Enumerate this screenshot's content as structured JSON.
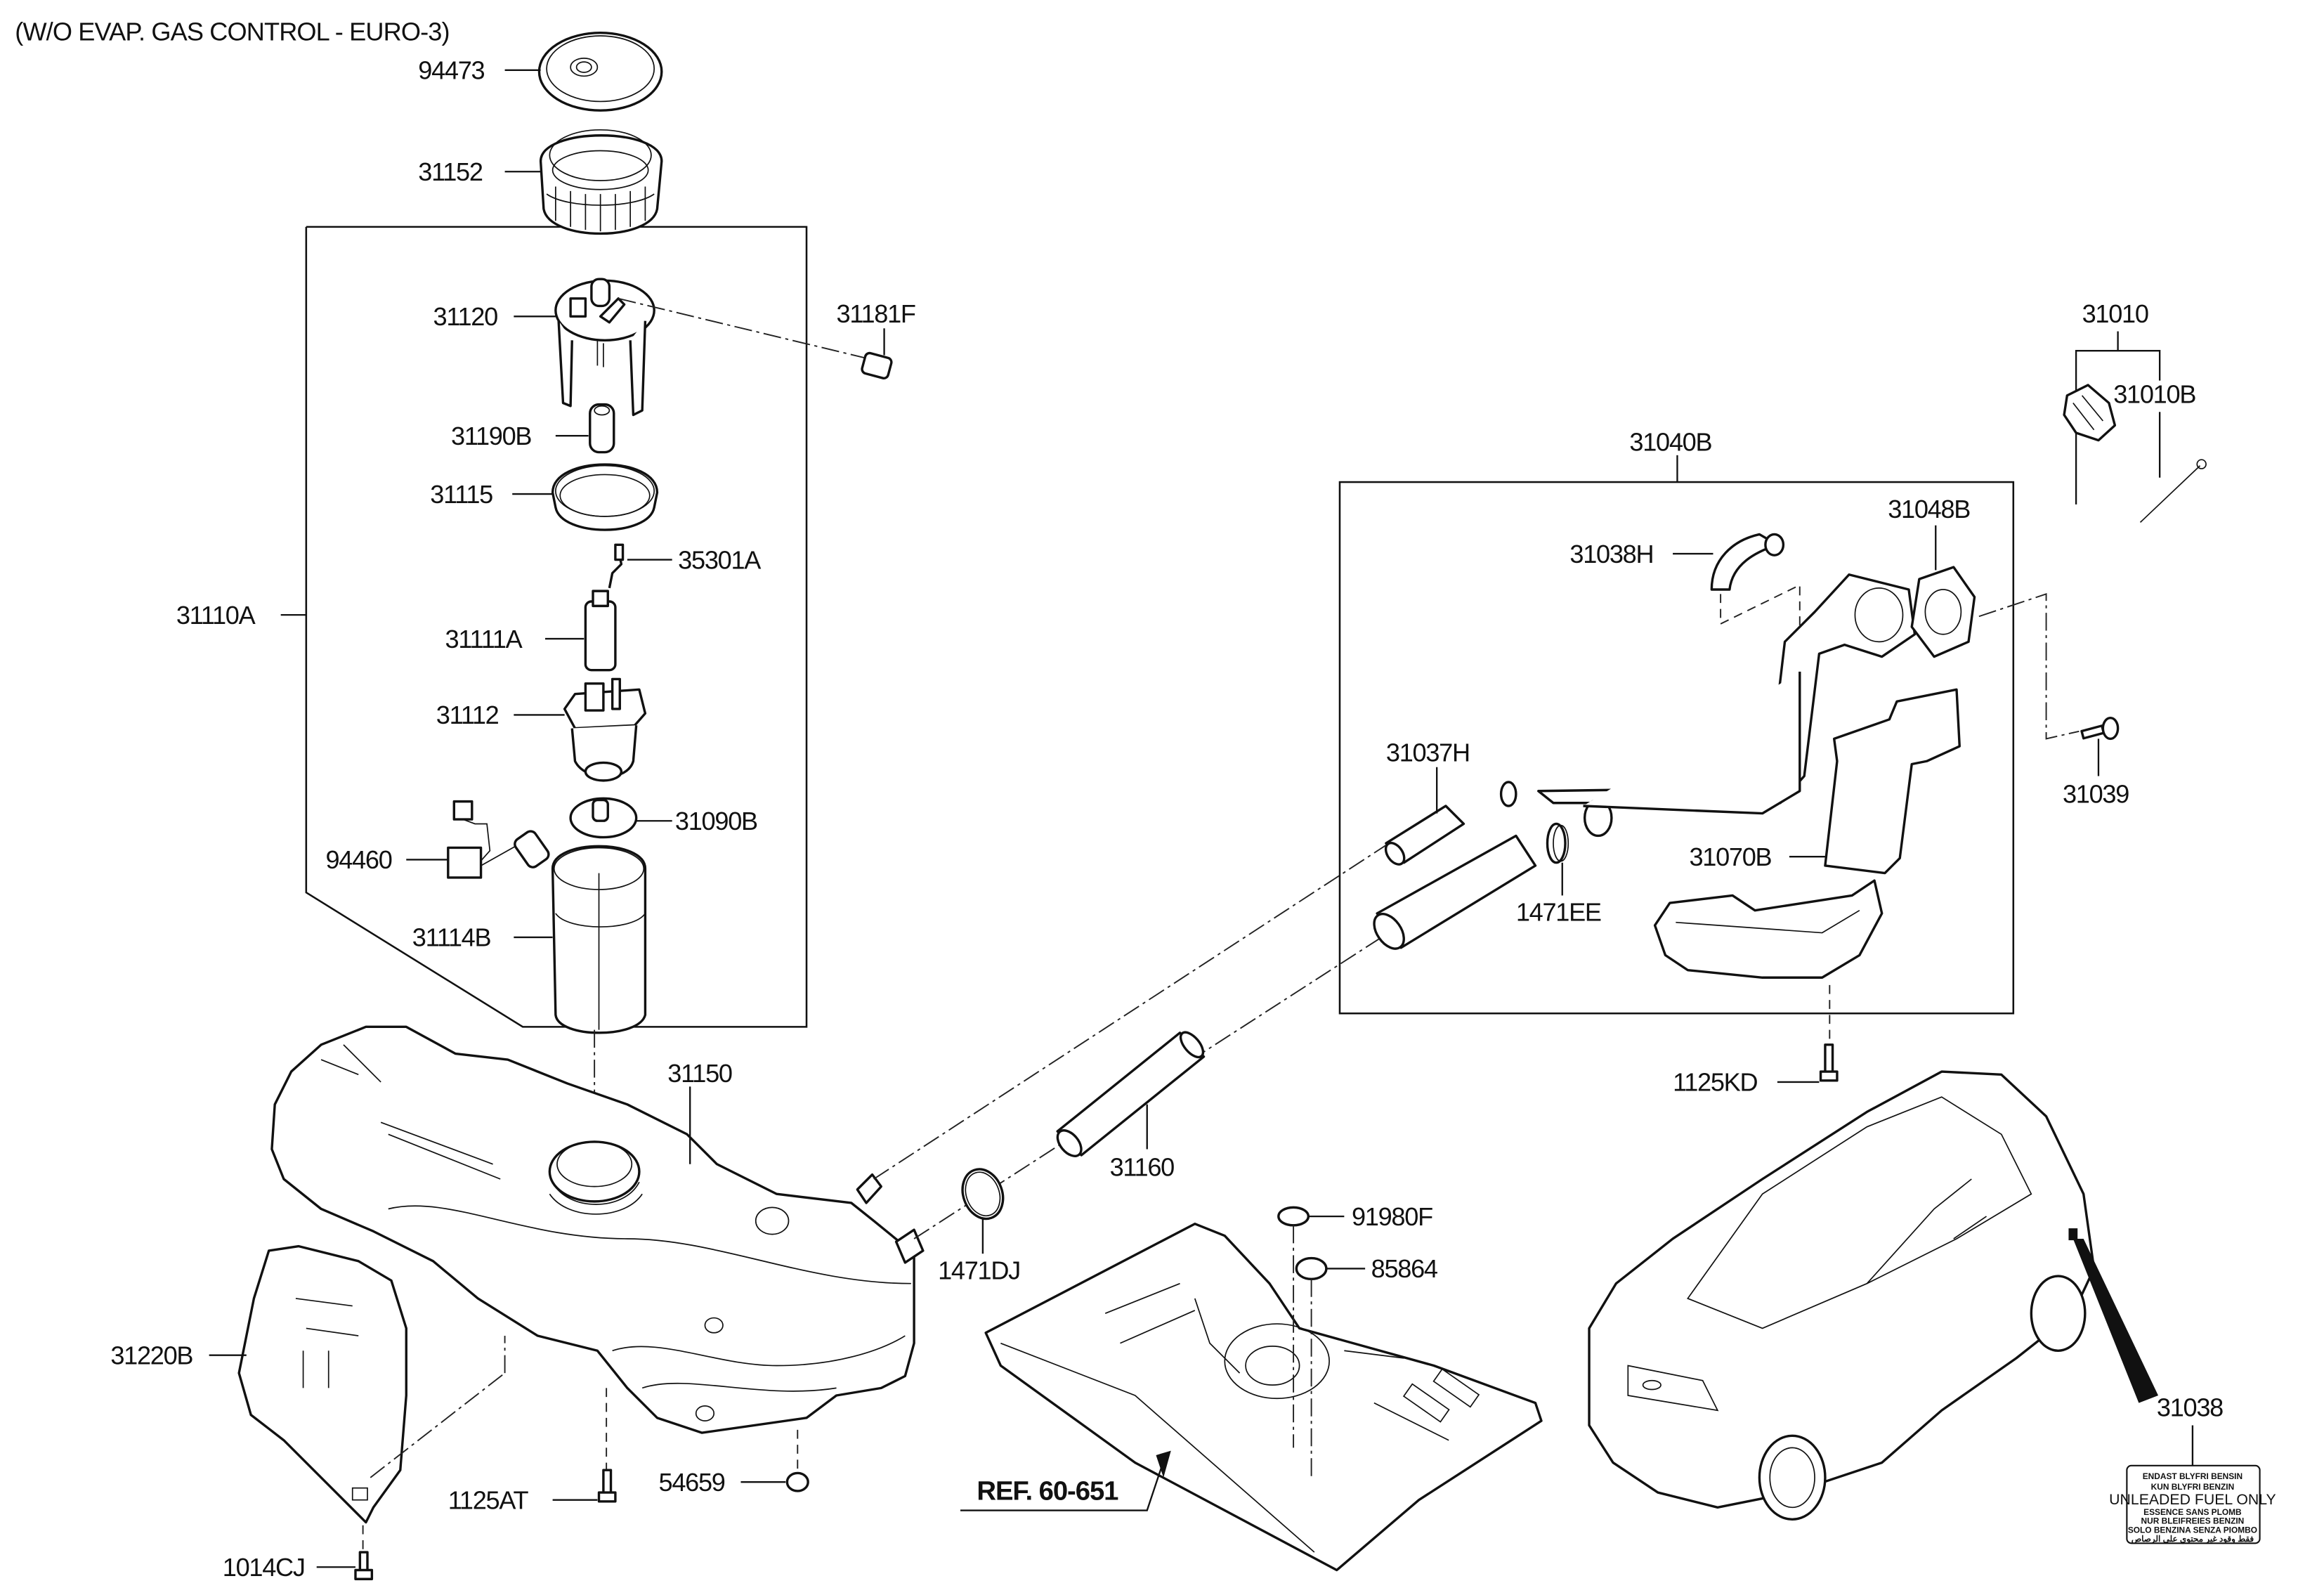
{
  "diagram": {
    "title": "(W/O EVAP. GAS CONTROL - EURO-3)",
    "reference_label": "REF. 60-651",
    "groups": [
      {
        "id": "31110A",
        "label": "31110A",
        "description": "fuel pump module assembly box"
      },
      {
        "id": "31040B",
        "label": "31040B",
        "description": "filler neck assembly box"
      },
      {
        "id": "31010",
        "label": "31010",
        "description": "fuel filler cap assembly"
      }
    ],
    "parts": [
      {
        "key": "p94473",
        "label": "94473"
      },
      {
        "key": "p31152",
        "label": "31152"
      },
      {
        "key": "p31120",
        "label": "31120"
      },
      {
        "key": "p31181F",
        "label": "31181F"
      },
      {
        "key": "p31190B",
        "label": "31190B"
      },
      {
        "key": "p31115",
        "label": "31115"
      },
      {
        "key": "p35301A",
        "label": "35301A"
      },
      {
        "key": "p31110A",
        "label": "31110A"
      },
      {
        "key": "p31111A",
        "label": "31111A"
      },
      {
        "key": "p31112",
        "label": "31112"
      },
      {
        "key": "p31090B",
        "label": "31090B"
      },
      {
        "key": "p94460",
        "label": "94460"
      },
      {
        "key": "p31114B",
        "label": "31114B"
      },
      {
        "key": "p31150",
        "label": "31150"
      },
      {
        "key": "p31160",
        "label": "31160"
      },
      {
        "key": "p1471DJ",
        "label": "1471DJ"
      },
      {
        "key": "p91980F",
        "label": "91980F"
      },
      {
        "key": "p85864",
        "label": "85864"
      },
      {
        "key": "p31220B",
        "label": "31220B"
      },
      {
        "key": "p1125AT",
        "label": "1125AT"
      },
      {
        "key": "p54659",
        "label": "54659"
      },
      {
        "key": "p1014CJ",
        "label": "1014CJ"
      },
      {
        "key": "p31040B",
        "label": "31040B"
      },
      {
        "key": "p31038H",
        "label": "31038H"
      },
      {
        "key": "p31048B",
        "label": "31048B"
      },
      {
        "key": "p31037H",
        "label": "31037H"
      },
      {
        "key": "p1471EE",
        "label": "1471EE"
      },
      {
        "key": "p31070B",
        "label": "31070B"
      },
      {
        "key": "p1125KD",
        "label": "1125KD"
      },
      {
        "key": "p31010",
        "label": "31010"
      },
      {
        "key": "p31010B",
        "label": "31010B"
      },
      {
        "key": "p31039",
        "label": "31039"
      },
      {
        "key": "p31038",
        "label": "31038"
      }
    ],
    "labels": {
      "p94473": "94473",
      "p31152": "31152",
      "p31120": "31120",
      "p31181F": "31181F",
      "p31190B": "31190B",
      "p31115": "31115",
      "p35301A": "35301A",
      "p31110A": "31110A",
      "p31111A": "31111A",
      "p31112": "31112",
      "p31090B": "31090B",
      "p94460": "94460",
      "p31114B": "31114B",
      "p31150": "31150",
      "p31160": "31160",
      "p1471DJ": "1471DJ",
      "p91980F": "91980F",
      "p85864": "85864",
      "p31220B": "31220B",
      "p1125AT": "1125AT",
      "p54659": "54659",
      "p1014CJ": "1014CJ",
      "p31040B": "31040B",
      "p31038H": "31038H",
      "p31048B": "31048B",
      "p31037H": "31037H",
      "p1471EE": "1471EE",
      "p31070B": "31070B",
      "p1125KD": "1125KD",
      "p31010": "31010",
      "p31010B": "31010B",
      "p31039": "31039",
      "p31038": "31038"
    },
    "fuel_sticker": {
      "lines": [
        "ENDAST BLYFRI BENSIN",
        "KUN BLYFRI BENZIN",
        "UNLEADED FUEL ONLY",
        "ESSENCE SANS PLOMB",
        "NUR BLEIFREIES BENZIN",
        "SOLO BENZINA SENZA PIOMBO",
        "فقط وقود غير محتوي على الرصاص"
      ]
    }
  }
}
